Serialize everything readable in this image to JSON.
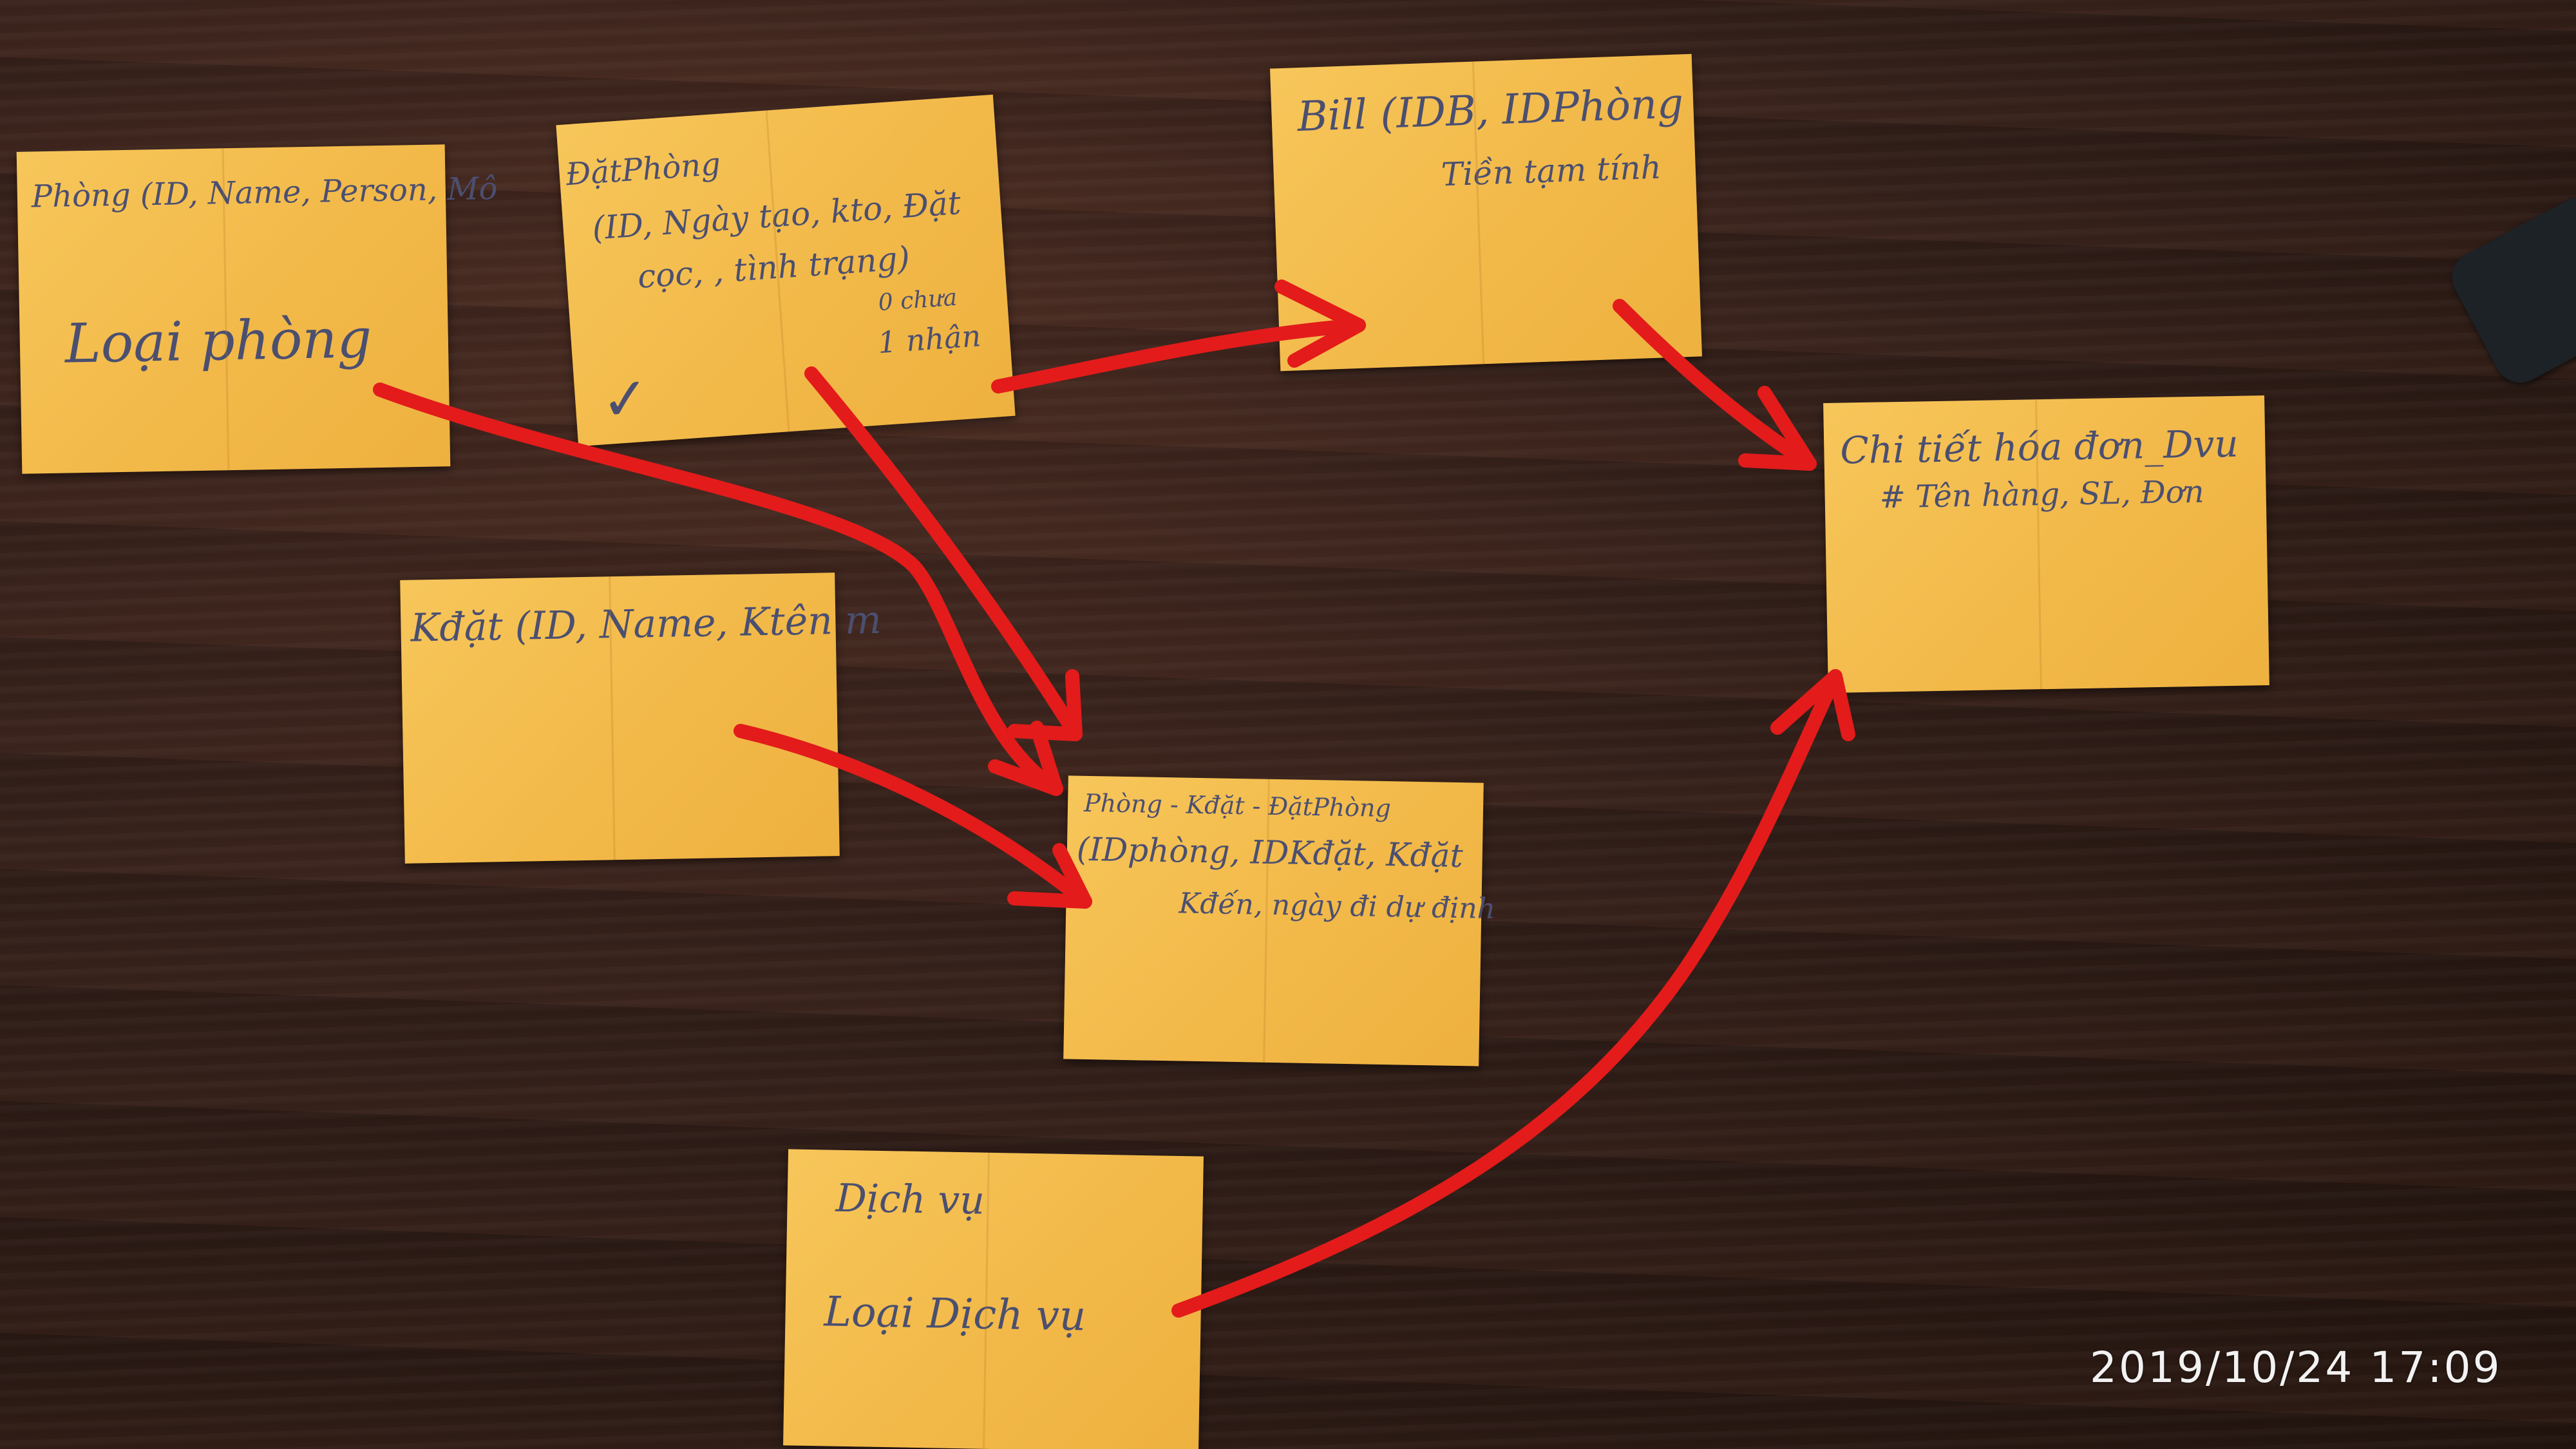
{
  "notes": {
    "phong": {
      "line1": "Phòng (ID, Name, Person, Mô",
      "line2": "Loại phòng"
    },
    "datphong": {
      "line1": "ĐặtPhòng",
      "line2": "(ID, Ngày tạo, kto, Đặt",
      "line3": "cọc, , tình trạng)",
      "line4": "0 chưa",
      "line5": "1 nhận",
      "mark": "✓"
    },
    "bill": {
      "line1": "Bill (IDB, IDPhòng",
      "line2": "Tiền tạm tính"
    },
    "khach": {
      "line1": "Kđặt (ID, Name, Ktên m"
    },
    "phong_khach_datphong": {
      "line1": "Phòng - Kđặt - ĐặtPhòng",
      "line2": "(IDphòng, IDKđặt, Kđặt",
      "line3": "Kđến, ngày đi dự định"
    },
    "chitiet": {
      "line1": "Chi tiết hóa đơn_Dvu",
      "line2": "#  Tên hàng, SL, Đơn"
    },
    "dichvu": {
      "line1": "Dịch vụ",
      "line2": "Loại Dịch vụ"
    }
  },
  "timestamp": "2019/10/24  17:09",
  "colors": {
    "arrow": "#e31b1b",
    "note": "#f2b949",
    "ink": "#4b4f70",
    "wood": "#34201a"
  }
}
